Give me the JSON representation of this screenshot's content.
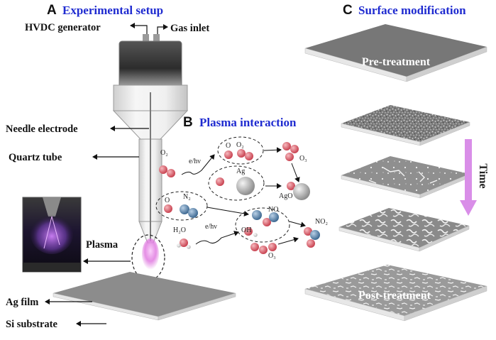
{
  "panels": {
    "a": {
      "letter": "A",
      "title": "Experimental setup"
    },
    "b": {
      "letter": "B",
      "title": "Plasma interaction"
    },
    "c": {
      "letter": "C",
      "title": "Surface modification"
    }
  },
  "setup_labels": {
    "hvdc": "HVDC generator",
    "gas": "Gas inlet",
    "needle": "Needle electrode",
    "quartz": "Quartz tube",
    "plasma": "Plasma",
    "agfilm": "Ag film",
    "si": "Si substrate"
  },
  "species": {
    "o2": "O₂",
    "o2b": "O₂",
    "o_a": "O",
    "ag": "Ag",
    "o3": "O₃",
    "ago": "AgO",
    "o_b": "O",
    "n2": "N₂",
    "no": "NO",
    "no2": "NO₂",
    "h2o": "H₂O",
    "oh": "OH",
    "o3b": "O₃",
    "ehv1": "e/hν",
    "ehv2": "e/hν"
  },
  "surface": {
    "pre": "Pre-treatment",
    "post": "Post-treatment",
    "time": "Time"
  },
  "colors": {
    "title_blue": "#1f2bd0",
    "oxygen_red": "#d9606c",
    "nitrogen_blue": "#5b84ad",
    "silver_gray": "#bdbdbd",
    "plasma_pink": "#e07be0",
    "time_arrow": "#d98ee8"
  }
}
